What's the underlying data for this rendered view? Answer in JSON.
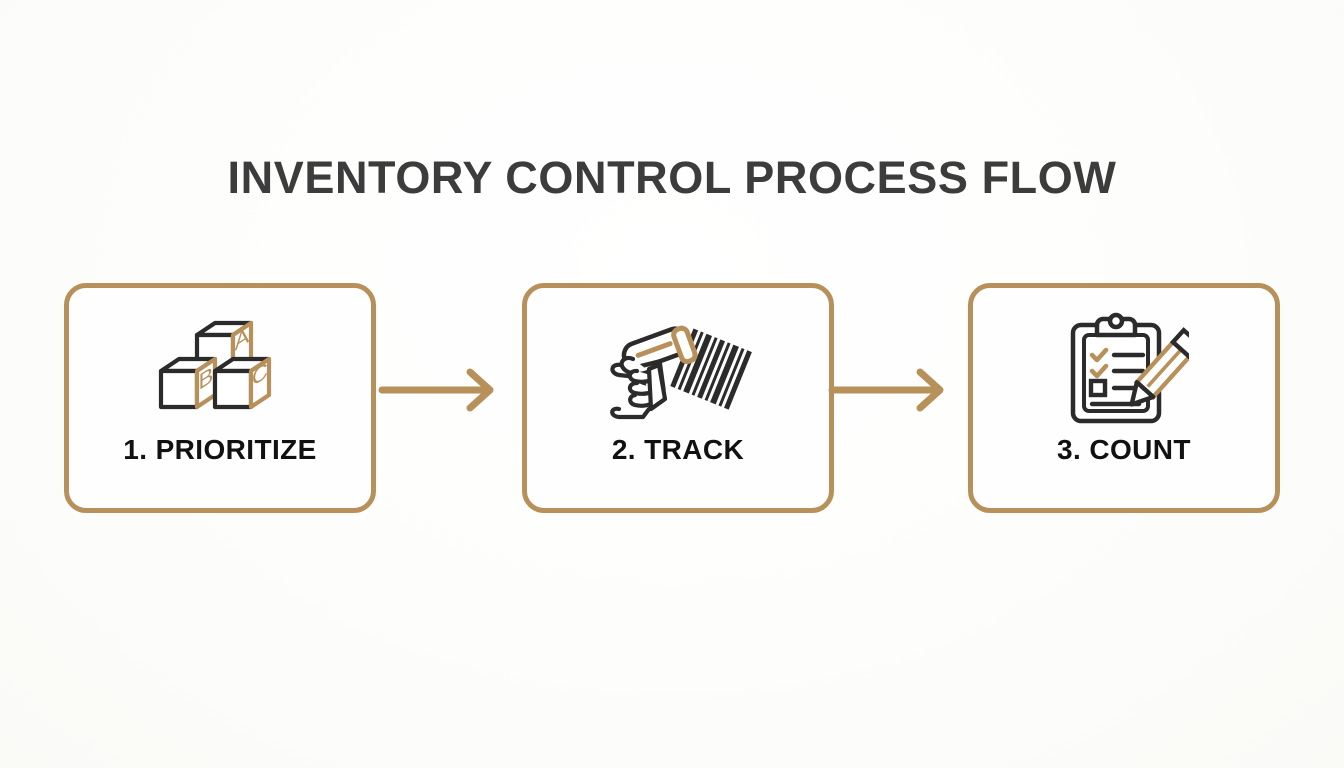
{
  "page": {
    "title": "INVENTORY CONTROL PROCESS FLOW",
    "background_color": "#fcfcfb",
    "accent_color": "#b8905a",
    "title_color": "#3c3c3c",
    "label_color": "#111111",
    "icon_line_color": "#2b2b2b"
  },
  "steps": [
    {
      "label": "1. PRIORITIZE",
      "icon": "abc-blocks-icon",
      "block_letters": [
        "A",
        "B",
        "C"
      ]
    },
    {
      "label": "2. TRACK",
      "icon": "barcode-scanner-hand-icon"
    },
    {
      "label": "3. COUNT",
      "icon": "clipboard-checklist-pencil-icon"
    }
  ],
  "connectors": [
    {
      "name": "arrow-1",
      "from": "1. PRIORITIZE",
      "to": "2. TRACK",
      "direction": "right"
    },
    {
      "name": "arrow-2",
      "from": "2. TRACK",
      "to": "3. COUNT",
      "direction": "right"
    }
  ]
}
